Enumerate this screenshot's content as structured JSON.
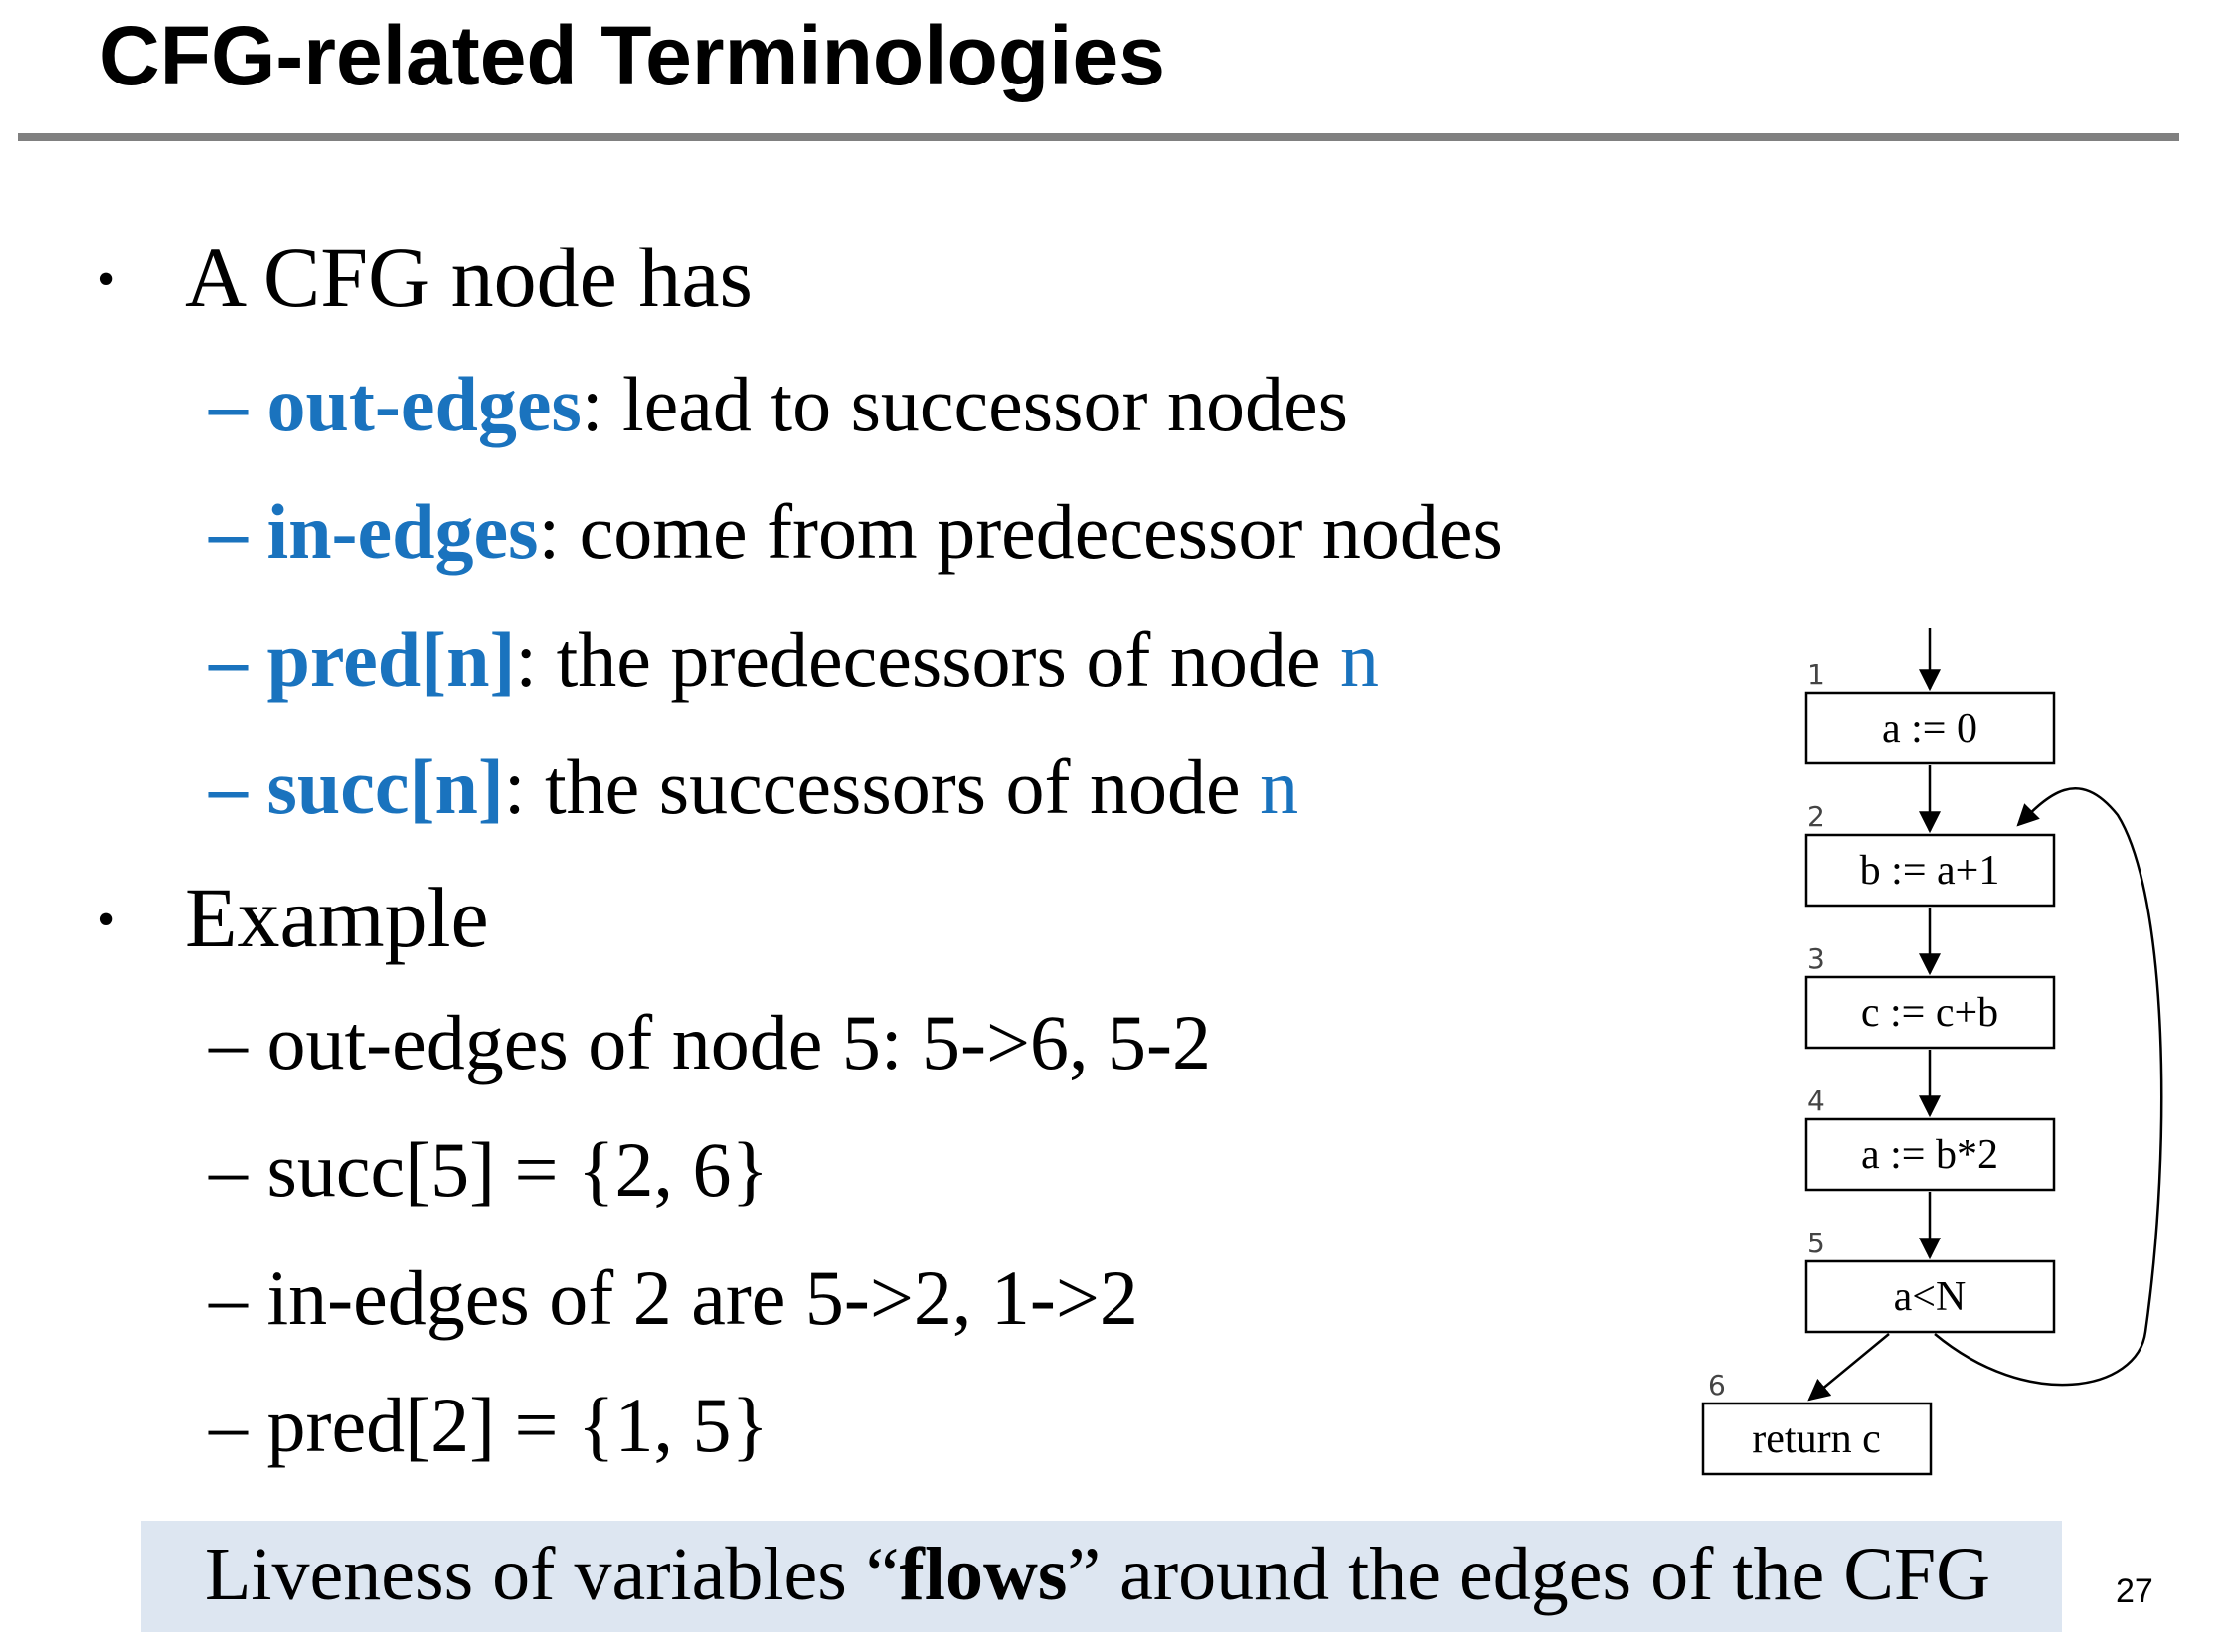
{
  "title": "CFG-related Terminologies",
  "bullets": [
    {
      "text": "A CFG node has",
      "subs": [
        {
          "dash": "–",
          "term": "out-edges",
          "rest": ": lead to successor nodes"
        },
        {
          "dash": "–",
          "term": "in-edges",
          "rest": ": come from predecessor nodes"
        },
        {
          "dash": "–",
          "term": "pred[n]",
          "rest": ": the predecessors of node ",
          "var": "n"
        },
        {
          "dash": "–",
          "term": "succ[n]",
          "rest": ": the successors of node ",
          "var": "n"
        }
      ]
    },
    {
      "text": "Example",
      "subs": [
        {
          "text": "– out-edges of node 5: 5->6, 5-2"
        },
        {
          "text": "– succ[5] = {2, 6}"
        },
        {
          "text": "– in-edges of 2 are 5->2, 1->2"
        },
        {
          "text": "– pred[2] = {1, 5}"
        }
      ]
    }
  ],
  "callout": {
    "before": "Liveness of variables “",
    "bold": "flows",
    "after": "” around the edges of the CFG"
  },
  "page_number": "27",
  "cfg": {
    "nodes": [
      {
        "num": "1",
        "label": "a := 0"
      },
      {
        "num": "2",
        "label": "b := a+1"
      },
      {
        "num": "3",
        "label": "c := c+b"
      },
      {
        "num": "4",
        "label": "a := b*2"
      },
      {
        "num": "5",
        "label": "a<N"
      },
      {
        "num": "6",
        "label": "return c"
      }
    ]
  },
  "colors": {
    "term": "#1a73be",
    "callout_bg": "#dde6f1",
    "rule": "#808080"
  }
}
